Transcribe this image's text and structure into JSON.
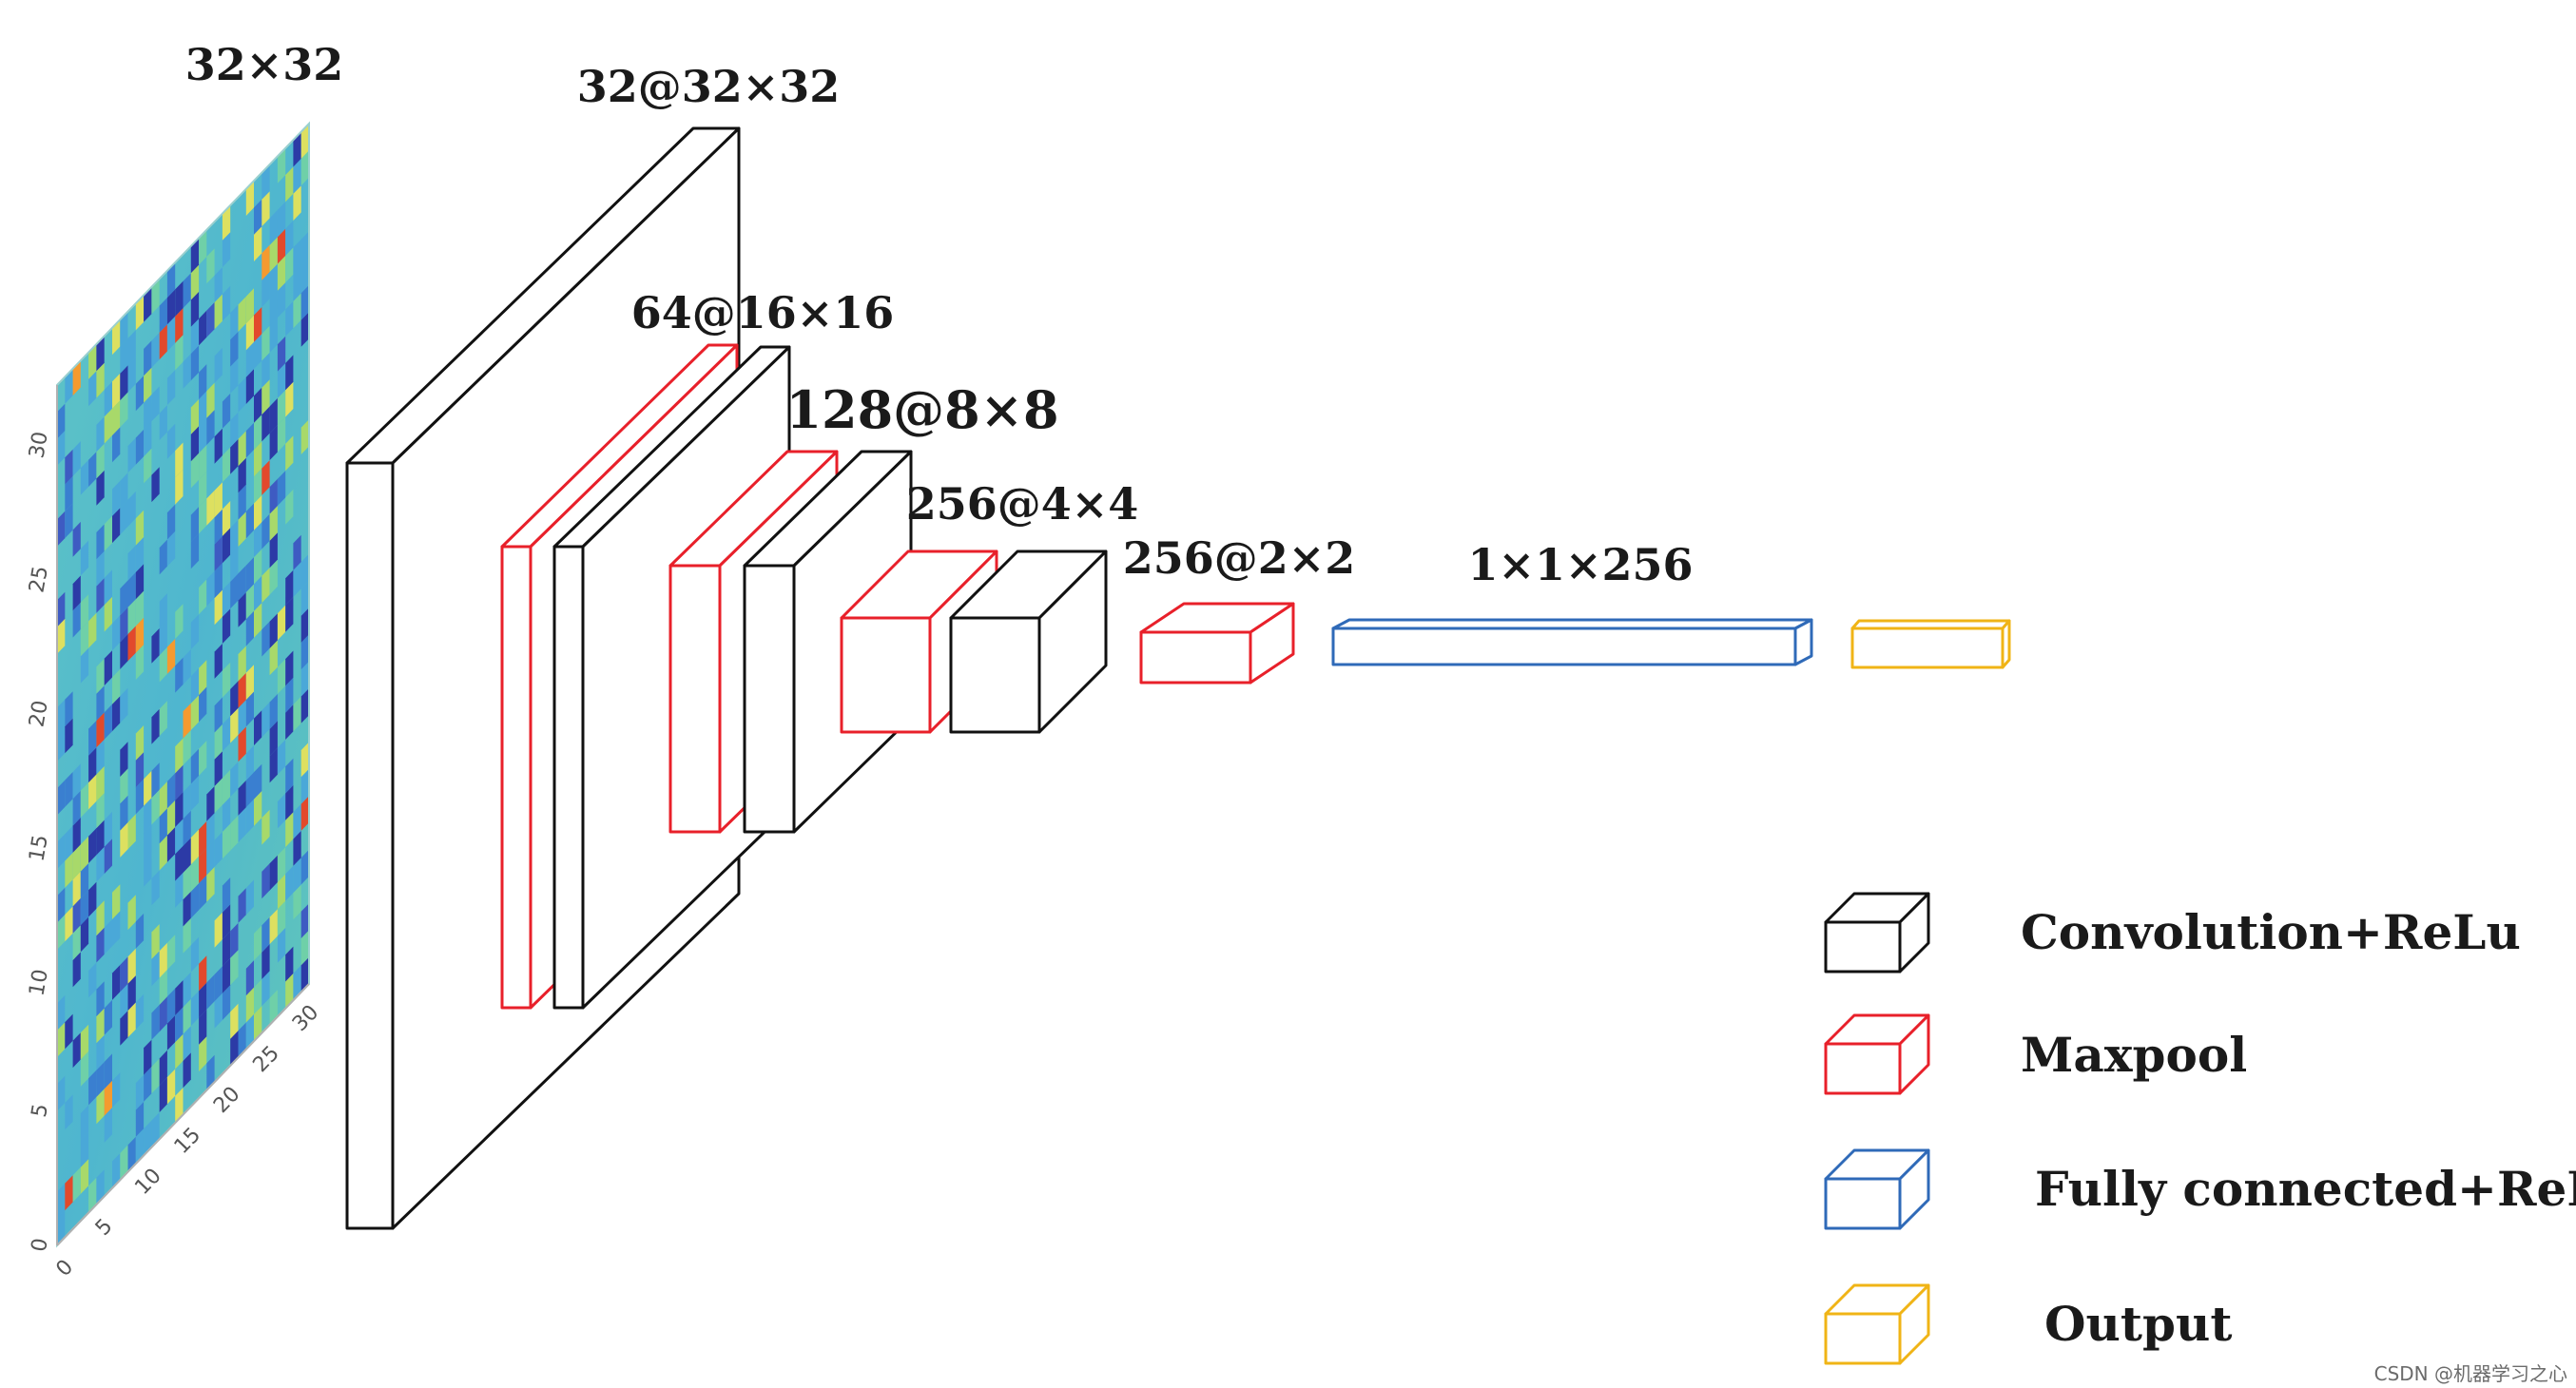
{
  "input": {
    "label": "32×32",
    "x_ticks": [
      "0",
      "5",
      "10",
      "15",
      "20",
      "25",
      "30"
    ],
    "y_ticks": [
      "0",
      "5",
      "10",
      "15",
      "20",
      "25",
      "30"
    ]
  },
  "layers": [
    {
      "id": "conv1",
      "label": "32@32×32",
      "kind": "conv"
    },
    {
      "id": "pool1",
      "label": "64@16×16",
      "kind": "pool"
    },
    {
      "id": "conv2",
      "label": "",
      "kind": "conv"
    },
    {
      "id": "pool2",
      "label": "128@8×8",
      "kind": "pool"
    },
    {
      "id": "conv3",
      "label": "",
      "kind": "conv"
    },
    {
      "id": "pool3",
      "label": "256@4×4",
      "kind": "pool"
    },
    {
      "id": "conv4",
      "label": "",
      "kind": "conv"
    },
    {
      "id": "pool4",
      "label": "256@2×2",
      "kind": "pool"
    },
    {
      "id": "fc",
      "label": "1×1×256",
      "kind": "fc"
    },
    {
      "id": "output",
      "label": "",
      "kind": "output"
    }
  ],
  "legend": [
    {
      "label": "Convolution+ReLu",
      "color": "#111111",
      "icon": "black-cube-icon"
    },
    {
      "label": "Maxpool",
      "color": "#e8202a",
      "icon": "red-cube-icon"
    },
    {
      "label": "Fully connected+ReLu",
      "color": "#2f6ab8",
      "icon": "blue-cube-icon"
    },
    {
      "label": "Output",
      "color": "#f0b416",
      "icon": "yellow-cube-icon"
    }
  ],
  "watermark": "CSDN @机器学习之心"
}
